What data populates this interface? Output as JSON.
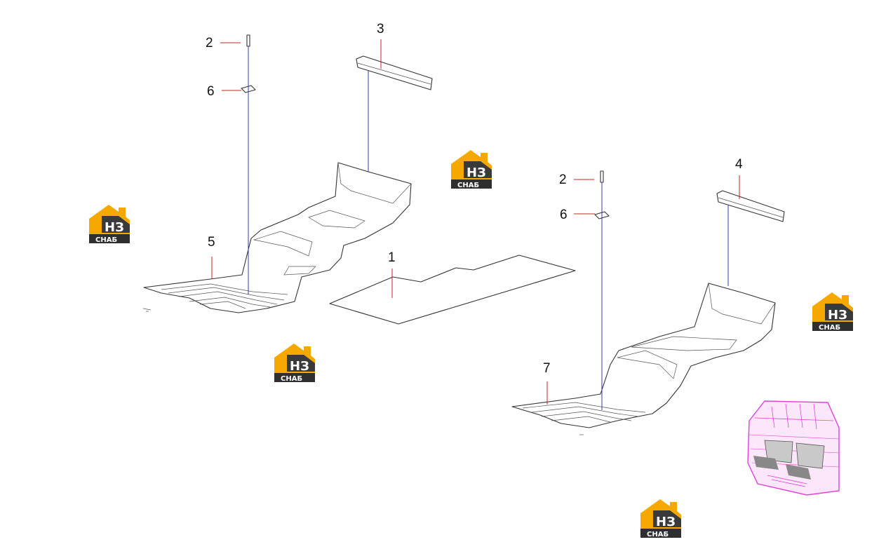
{
  "callouts": {
    "c1": "1",
    "c2a": "2",
    "c2b": "2",
    "c3": "3",
    "c4": "4",
    "c5": "5",
    "c6a": "6",
    "c6b": "6",
    "c7": "7"
  },
  "watermark": {
    "big": "НЗ",
    "small": "СНАБ",
    "colors": {
      "roof": "#f5a800",
      "dark": "#3a3a3a",
      "accent": "#f5a800"
    }
  },
  "colors": {
    "leader": "#cc2222",
    "axis": "#3a3ab0",
    "cab_highlight": "#e040d8"
  },
  "icons": {
    "cab": "cab-wireframe-icon"
  }
}
